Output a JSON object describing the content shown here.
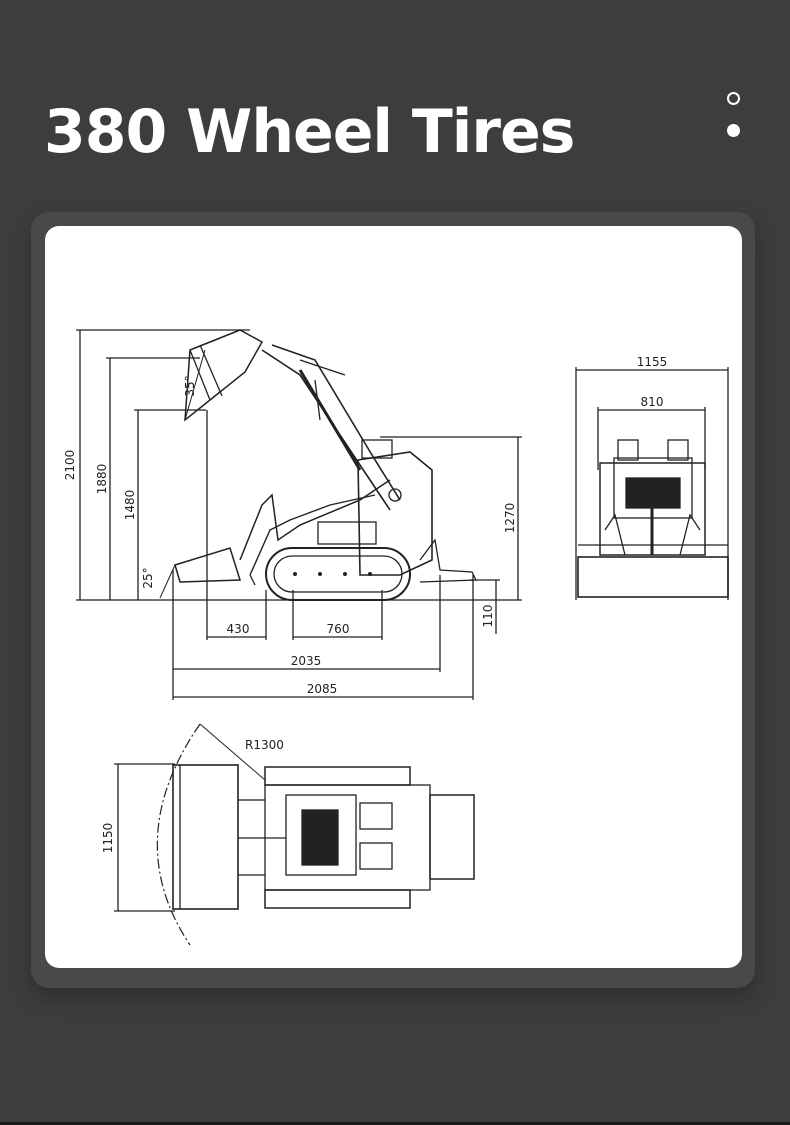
{
  "page": {
    "title": "380 Wheel Tires",
    "accent": "#ffffff",
    "background": "#3e3d3d"
  },
  "pager": {
    "count": 2,
    "active_index": 1
  },
  "drawing": {
    "side_view": {
      "heights": [
        "2100",
        "1880",
        "1480",
        "1270",
        "110"
      ],
      "angles": [
        "35°",
        "25°"
      ],
      "lengths": [
        "430",
        "760",
        "2035",
        "2085"
      ]
    },
    "front_view": {
      "widths": [
        "1155",
        "810"
      ]
    },
    "top_view": {
      "radius": "R1300",
      "width": "1150"
    }
  }
}
